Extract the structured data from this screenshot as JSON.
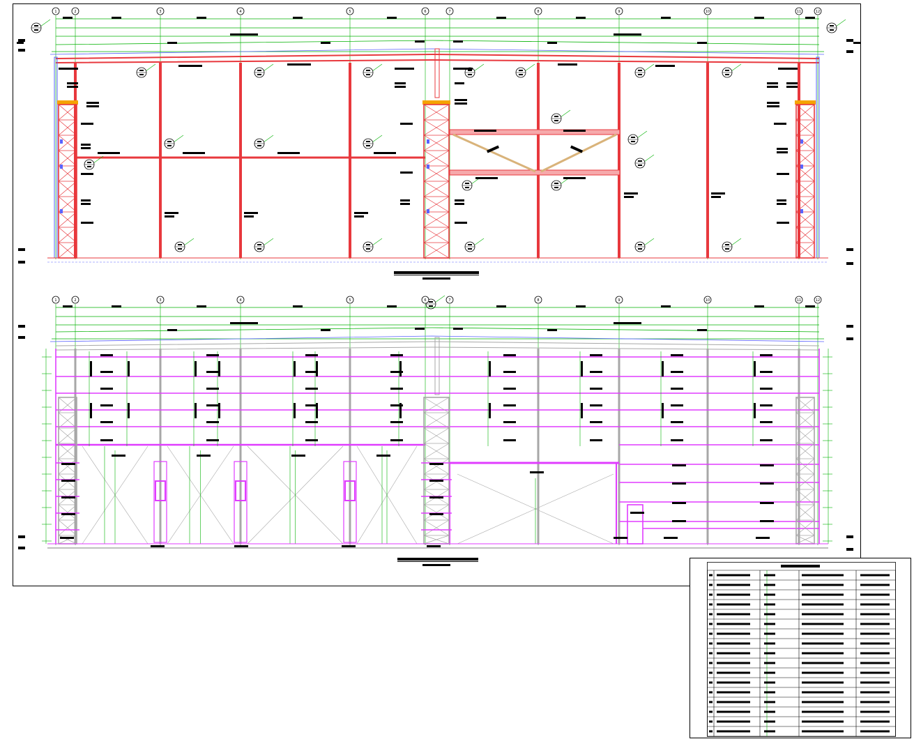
{
  "colors": {
    "frame": "#e8383d",
    "girt": "#e03cff",
    "dimension": "#00b100",
    "bracing": "#5a63ff",
    "brace_tan": "#d9b37a",
    "cap_orange": "#f5a300",
    "grey": "#a7a7a7",
    "ink": "#000000"
  },
  "gridlines": [
    "1",
    "2",
    "3",
    "4",
    "5",
    "6",
    "7",
    "8",
    "9",
    "10",
    "11",
    "12"
  ],
  "top_view": {
    "caption": "",
    "scale": ""
  },
  "bottom_view": {
    "caption": "",
    "scale": ""
  },
  "legend": {
    "title": "",
    "rows": 17,
    "columns": 4
  }
}
